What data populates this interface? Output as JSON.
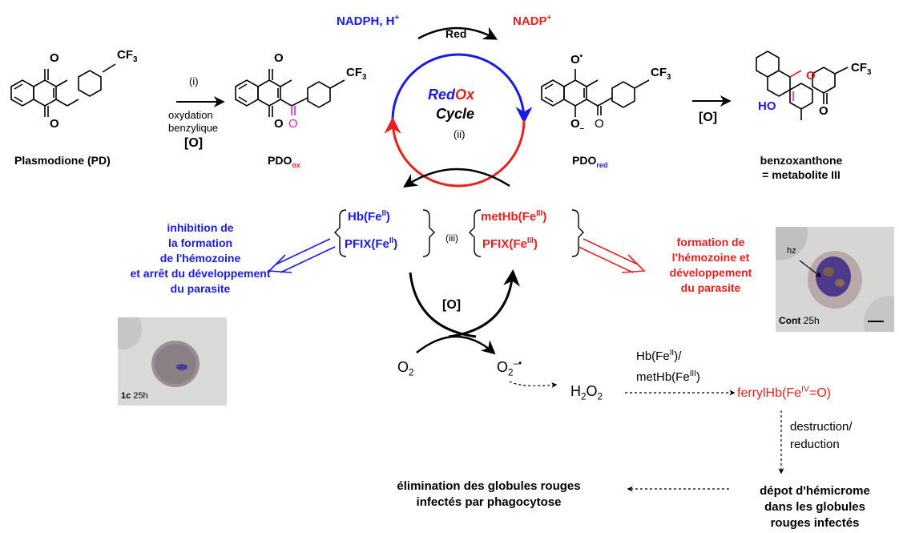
{
  "reagents": {
    "nadph": "NADPH, H",
    "nadph_sup": "+",
    "red": "Red",
    "nadp": "NADP",
    "nadp_sup": "+"
  },
  "cycle": {
    "red_part": "Red",
    "ox_part": "Ox",
    "cycle_word": "Cycle",
    "step_ii": "(ii)"
  },
  "molecules": {
    "pd_label": "Plasmodione (PD)",
    "pdox_main": "PDO",
    "pdox_sub": "ox",
    "pdred_main": "PDO",
    "pdred_sub": "red",
    "benzo_line1": "benzoxanthone",
    "benzo_line2": "= metabolite III",
    "cf3": "CF",
    "cf3_sub": "3",
    "ho": "HO"
  },
  "step_i": {
    "label": "(i)",
    "line1": "oxydation",
    "line2": "benzylique",
    "reagent": "[O]"
  },
  "step_o_right": "[O]",
  "hb_left": {
    "hb": "Hb(Fe",
    "hb_sup": "II",
    "pfix": "PFIX(Fe",
    "pfix_sup": "II"
  },
  "hb_right": {
    "step_iii": "(iii)",
    "methb": "metHb(Fe",
    "methb_sup": "III",
    "pfix": "PFIX(Fe",
    "pfix_sup": "III"
  },
  "left_text": [
    "inhibition de",
    "la formation",
    "de l'hémozoine",
    "et arrêt du développement",
    "du parasite"
  ],
  "right_text": [
    "formation de",
    "l'hémozoine et",
    "développement",
    "du parasite"
  ],
  "photos": {
    "left_label_bold": "1c",
    "left_label": " 25h",
    "right_label_bold": "Cont",
    "right_label": " 25h",
    "hz": "hz"
  },
  "oxygen": {
    "o_bracket": "[O]",
    "o2": "O",
    "o2_sub": "2",
    "o2rad_sub": "2",
    "o2rad_sup": "–•",
    "h2o2_h": "H",
    "h2o2_2a": "2",
    "h2o2_o": "O",
    "h2o2_2b": "2"
  },
  "hb_ferryl": {
    "cond1": "Hb(Fe",
    "cond1_sup": "II",
    "cond1_end": ")/",
    "cond2": "metHb(Fe",
    "cond2_sup": "III",
    "ferryl": "ferrylHb(Fe",
    "ferryl_sup": "IV",
    "ferryl_end": "=O)",
    "destruction": "destruction/",
    "reduction": "reduction"
  },
  "bottom": {
    "elim1": "élimination des globules rouges",
    "elim2": "infectés par phagocytose",
    "depot1": "dépot d'hémicrome",
    "depot2": "dans les globules",
    "depot3": "rouges infectés"
  },
  "colors": {
    "blue": "#1a1ae6",
    "red": "#e8201e",
    "magenta": "#e020e0",
    "black": "#000000"
  }
}
